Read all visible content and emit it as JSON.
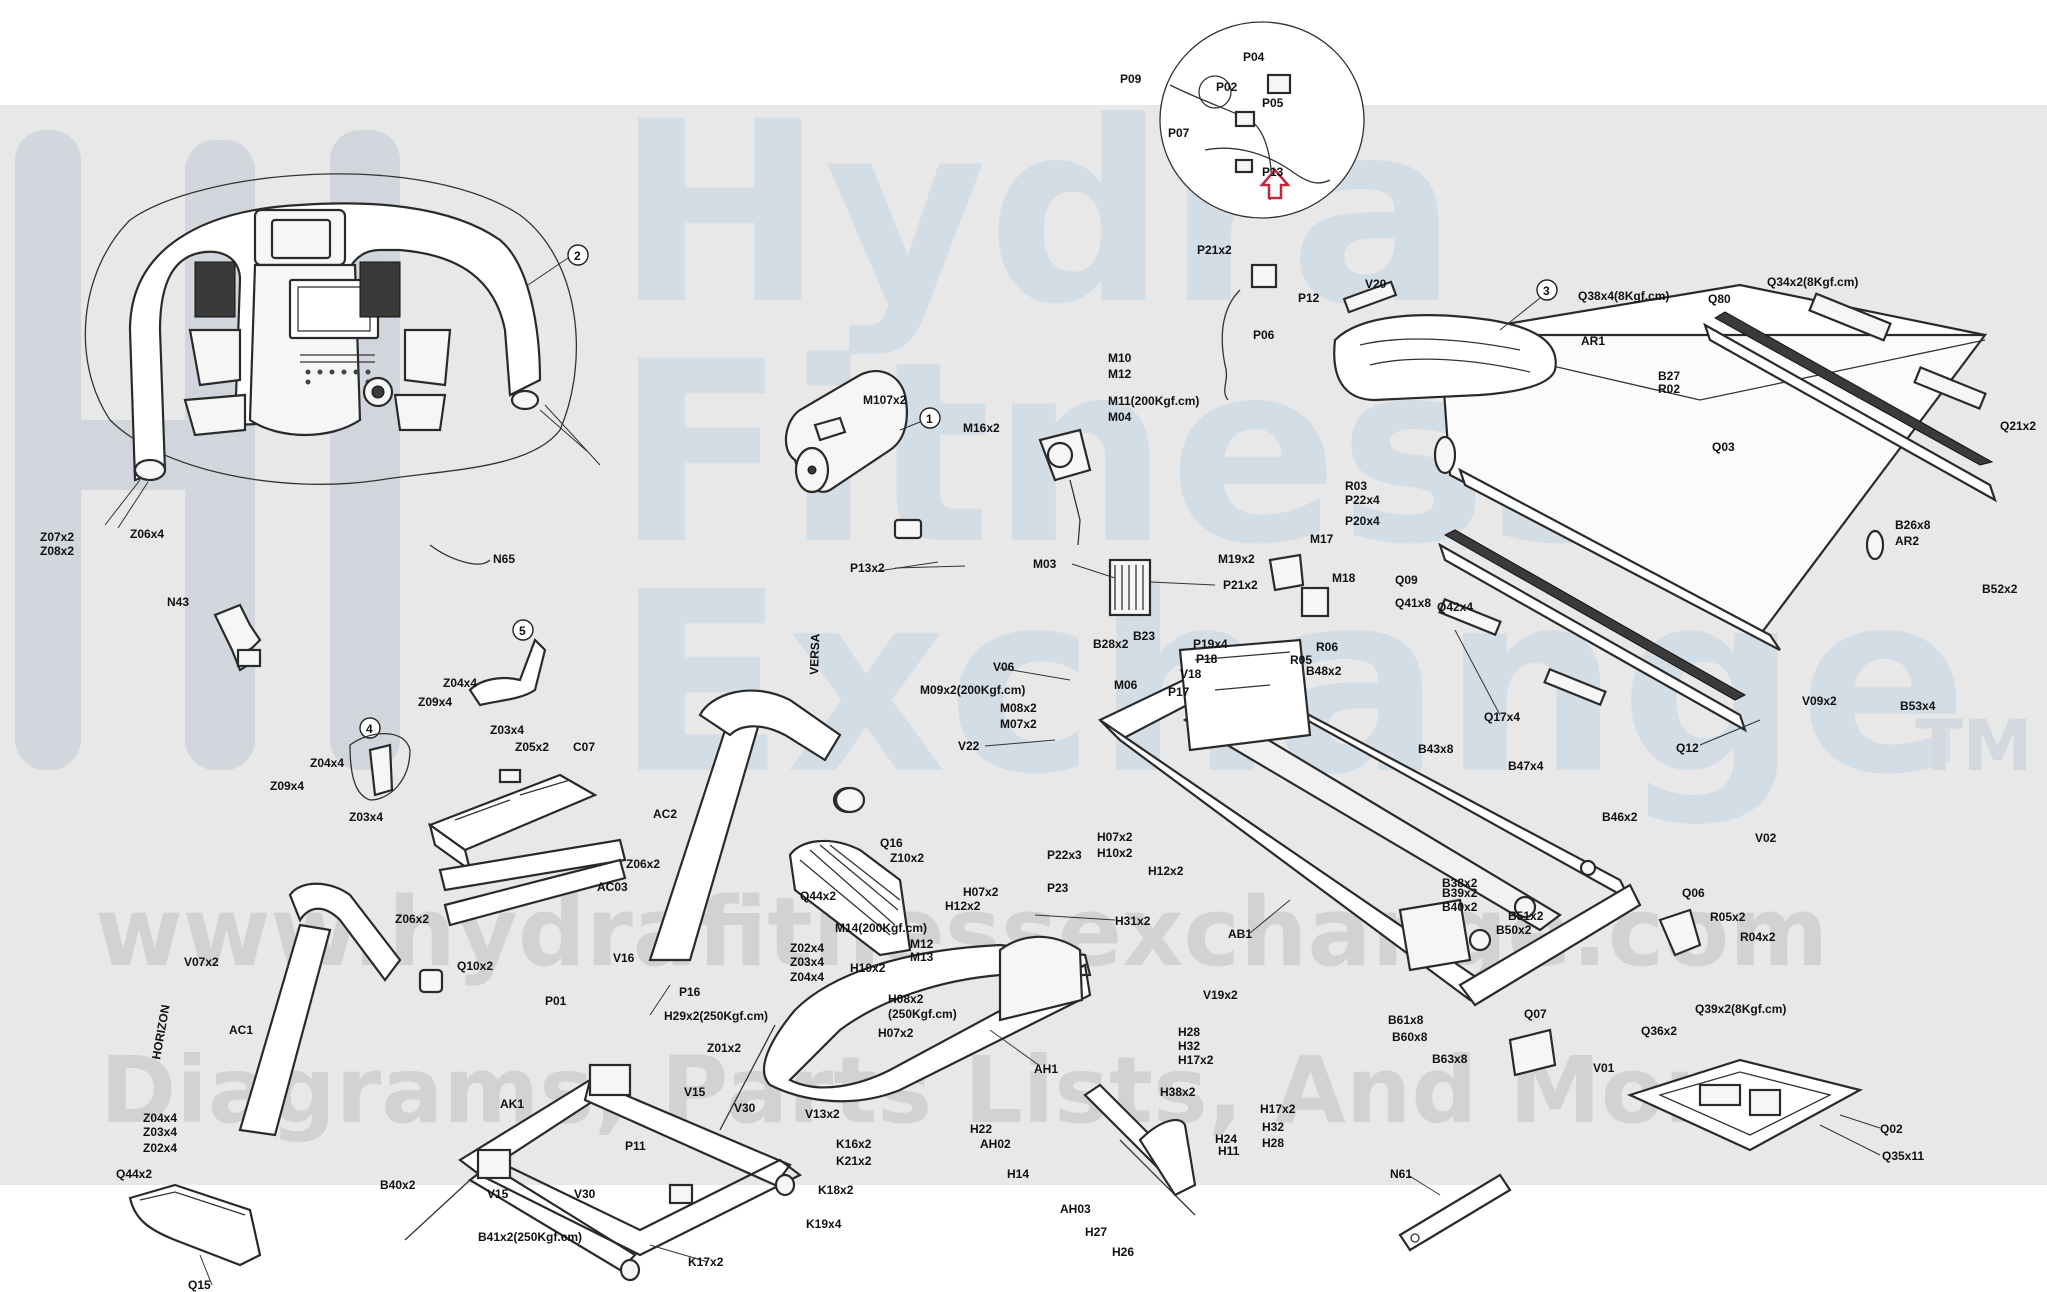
{
  "watermark": {
    "word1": "Hydra",
    "word2": "Fitness",
    "word3": "Exchange",
    "trademark": "TM",
    "url": "www.hydrafitnessexchange.com",
    "tagline": "Diagrams, Parts Lists, And More"
  },
  "callouts": [
    "1",
    "2",
    "3",
    "4",
    "5"
  ],
  "frame_markings": [
    "VERSA",
    "HORIZON"
  ],
  "labels": {
    "P04": "P04",
    "P09": "P09",
    "P02": "P02",
    "P05": "P05",
    "P07": "P07",
    "P13": "P13",
    "P21x2": "P21x2",
    "P12": "P12",
    "P06": "P06",
    "Q38x4": "Q38x4(8Kgf.cm)",
    "Q34x2": "Q34x2(8Kgf.cm)",
    "Q80": "Q80",
    "V20": "V20",
    "AR1": "AR1",
    "B27": "B27",
    "R02": "R02",
    "Q03": "Q03",
    "Q21x2": "Q21x2",
    "M10": "M10",
    "M12a": "M12",
    "M11": "M11(200Kgf.cm)",
    "M04": "M04",
    "M16x2": "M16x2",
    "M107x2": "M107x2",
    "P13x2": "P13x2",
    "R03": "R03",
    "P22x4": "P22x4",
    "P20x4": "P20x4",
    "M19x2": "M19x2",
    "M17": "M17",
    "M03": "M03",
    "P21x2b": "P21x2",
    "M18": "M18",
    "Q09": "Q09",
    "Q41x8": "Q41x8",
    "Q42x4": "Q42x4",
    "B26x8": "B26x8",
    "AR2": "AR2",
    "B52x2": "B52x2",
    "N65": "N65",
    "N43": "N43",
    "Z07x2": "Z07x2",
    "Z08x2": "Z08x2",
    "Z06x4": "Z06x4",
    "Z04x4a": "Z04x4",
    "Z09x4a": "Z09x4",
    "Z03x4a": "Z03x4",
    "Z05x2": "Z05x2",
    "C07": "C07",
    "Z04x4b": "Z04x4",
    "Z09x4b": "Z09x4",
    "Z03x4b": "Z03x4",
    "Z06x2a": "Z06x2",
    "AC03": "AC03",
    "Z06x2b": "Z06x2",
    "Q10x2": "Q10x2",
    "V07x2": "V07x2",
    "AC1": "AC1",
    "AC2": "AC2",
    "V06": "V06",
    "M09x2": "M09x2(200Kgf.cm)",
    "M08x2": "M08x2",
    "M07x2": "M07x2",
    "V22": "V22",
    "B28x2": "B28x2",
    "B23": "B23",
    "M06": "M06",
    "P19x4": "P19x4",
    "P18": "P18",
    "V18": "V18",
    "P17": "P17",
    "R06": "R06",
    "R05": "R05",
    "B48x2": "B48x2",
    "Q17x4": "Q17x4",
    "V09x2": "V09x2",
    "B53x4": "B53x4",
    "Q12": "Q12",
    "B43x8": "B43x8",
    "B47x4": "B47x4",
    "B46x2": "B46x2",
    "V02": "V02",
    "Q16": "Q16",
    "Z10x2": "Z10x2",
    "Q44x2a": "Q44x2",
    "P22x3": "P22x3",
    "P23": "P23",
    "H07x2a": "H07x2",
    "H10x2a": "H10x2",
    "H12x2a": "H12x2",
    "H07x2b": "H07x2",
    "H12x2b": "H12x2",
    "H31x2": "H31x2",
    "AB1": "AB1",
    "B38x2": "B38x2",
    "B39x2": "B39x2",
    "B40x2a": "B40x2",
    "B51x2": "B51x2",
    "B50x2": "B50x2",
    "Q06": "Q06",
    "R05x2": "R05x2",
    "R04x2": "R04x2",
    "Q36x2": "Q36x2",
    "Q39x2": "Q39x2(8Kgf.cm)",
    "Z02x4a": "Z02x4",
    "Z03x4c": "Z03x4",
    "Z04x4c": "Z04x4",
    "M14": "M14(200Kgf.cm)",
    "M12b": "M12",
    "M13": "M13",
    "H10x2b": "H10x2",
    "H08x2": "H08x2",
    "H250": "(250Kgf.cm)",
    "H07x2c": "H07x2",
    "P01": "P01",
    "V16": "V16",
    "P16": "P16",
    "V19x2": "V19x2",
    "B61x8": "B61x8",
    "B60x8": "B60x8",
    "B63x8": "B63x8",
    "Q07": "Q07",
    "V01": "V01",
    "H29x2": "H29x2(250Kgf.cm)",
    "Z01x2": "Z01x2",
    "V15a": "V15",
    "AH1": "AH1",
    "H28a": "H28",
    "H32a": "H32",
    "H17x2a": "H17x2",
    "H38x2": "H38x2",
    "V30a": "V30",
    "V13x2": "V13x2",
    "Z04x4d": "Z04x4",
    "Z03x4d": "Z03x4",
    "Z02x4b": "Z02x4",
    "AK1": "AK1",
    "P11": "P11",
    "H22": "H22",
    "AH02": "AH02",
    "H24": "H24",
    "H11": "H11",
    "H17x2b": "H17x2",
    "H32b": "H32",
    "H28b": "H28",
    "Q02": "Q02",
    "Q35x11": "Q35x11",
    "Q44x2b": "Q44x2",
    "B40x2b": "B40x2",
    "V15b": "V15",
    "V30b": "V30",
    "K16x2": "K16x2",
    "K21x2": "K21x2",
    "K18x2": "K18x2",
    "K19x4": "K19x4",
    "H14": "H14",
    "AH03": "AH03",
    "H27": "H27",
    "H26": "H26",
    "N61": "N61",
    "B41x2": "B41x2(250Kgf.cm)",
    "K17x2": "K17x2",
    "Q15": "Q15"
  }
}
